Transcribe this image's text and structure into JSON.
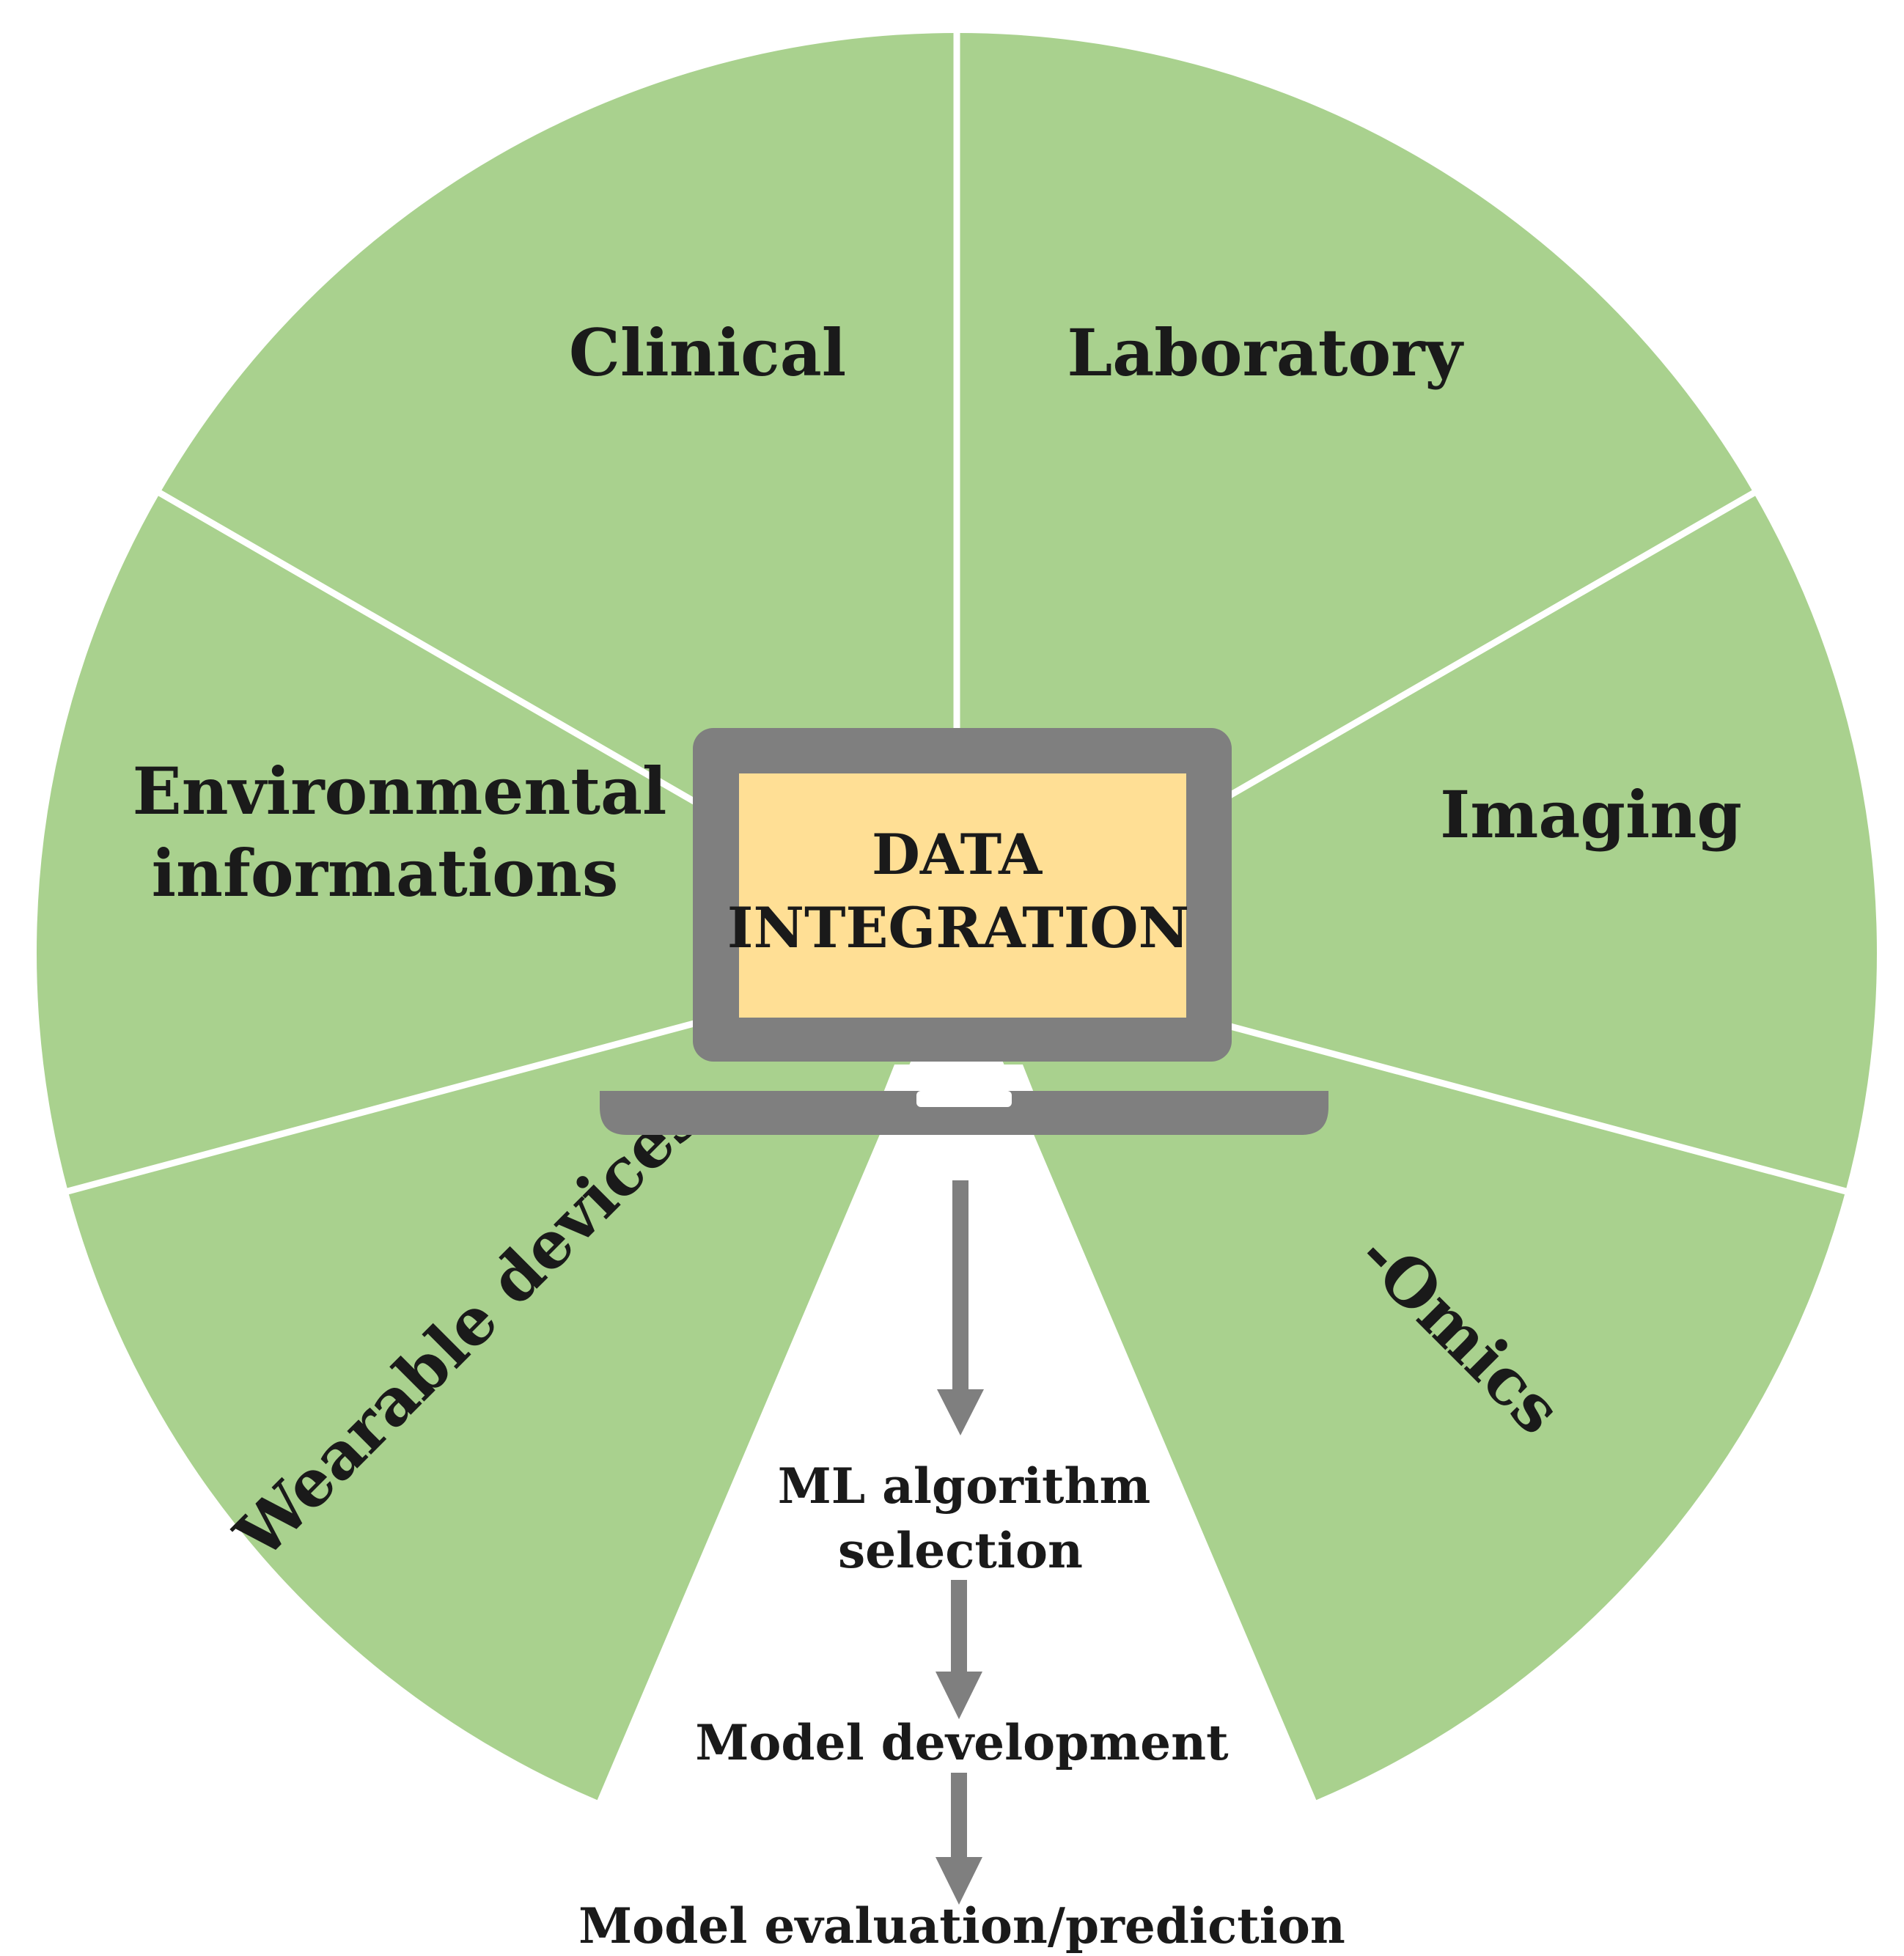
{
  "colors": {
    "segment_fill": "#a9d18e",
    "segment_divider": "#ffffff",
    "laptop_body": "#7f7f7f",
    "screen_fill": "#ffdf95",
    "arrow": "#7f7f7f"
  },
  "segments": [
    {
      "id": "clinical",
      "label_lines": [
        "Clinical"
      ]
    },
    {
      "id": "laboratory",
      "label_lines": [
        "Laboratory"
      ]
    },
    {
      "id": "imaging",
      "label_lines": [
        "Imaging"
      ]
    },
    {
      "id": "omics",
      "label_lines": [
        "-Omics"
      ]
    },
    {
      "id": "wearable",
      "label_lines": [
        "Wearable devices"
      ]
    },
    {
      "id": "environmental",
      "label_lines": [
        "Environmental",
        "informations"
      ]
    }
  ],
  "center": {
    "icon": "laptop-icon",
    "lines": [
      "DATA",
      "INTEGRATION"
    ]
  },
  "steps": [
    {
      "lines": [
        "ML algorithm",
        "selection"
      ]
    },
    {
      "lines": [
        "Model development"
      ]
    },
    {
      "lines": [
        "Model evaluation/prediction"
      ]
    }
  ]
}
